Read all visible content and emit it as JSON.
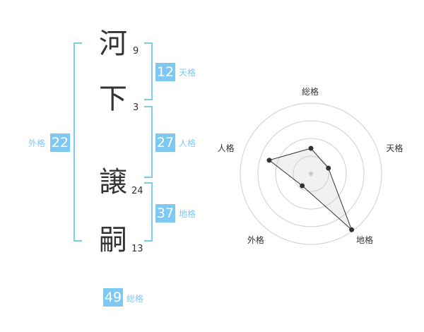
{
  "name": {
    "chars": [
      {
        "char": "河",
        "strokes": "9"
      },
      {
        "char": "下",
        "strokes": "3"
      },
      {
        "char": "譲",
        "strokes": "24"
      },
      {
        "char": "嗣",
        "strokes": "13"
      }
    ]
  },
  "fortune": {
    "tenkaku": {
      "label": "天格",
      "value": "12"
    },
    "jinkaku": {
      "label": "人格",
      "value": "27"
    },
    "chikaku": {
      "label": "地格",
      "value": "37"
    },
    "gaikaku": {
      "label": "外格",
      "value": "22"
    },
    "soukaku": {
      "label": "総格",
      "value": "49"
    }
  },
  "colors": {
    "accent": "#7fc8f1",
    "text": "#333333"
  },
  "chart_data": {
    "type": "radar",
    "axes": [
      "総格",
      "天格",
      "地格",
      "外格",
      "人格"
    ],
    "values": [
      0.36,
      0.26,
      0.98,
      0.21,
      0.62
    ],
    "max": 1,
    "rings": 4
  }
}
